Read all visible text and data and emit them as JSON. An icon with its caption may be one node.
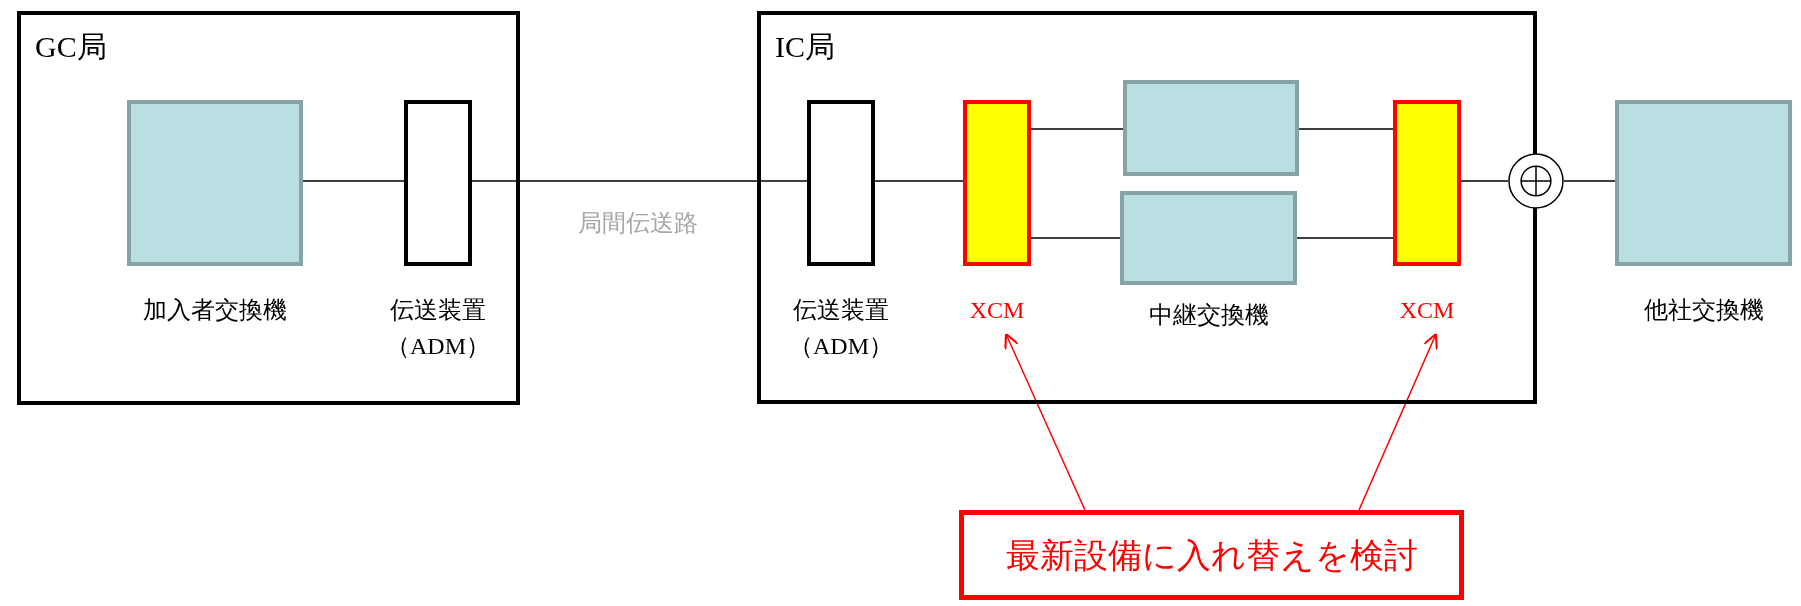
{
  "diagram": {
    "nodes": [
      {
        "text": [
          "GC局"
        ]
      },
      {
        "text": [],
        "shape": "box",
        "in": 0,
        "beside": [
          "加入者交換機"
        ]
      },
      {
        "text": [],
        "shape": "box",
        "in": 0,
        "beside": [
          "伝送装置（ADM）"
        ]
      },
      {
        "text": [
          "IC局"
        ]
      },
      {
        "text": [],
        "shape": "box",
        "in": 3,
        "beside": [
          "伝送装置（ADM）"
        ]
      },
      {
        "text": [],
        "shape": "box",
        "in": 3,
        "beside": [
          "XCM"
        ]
      },
      {
        "text": [],
        "shape": "box",
        "in": 3
      },
      {
        "text": [],
        "shape": "box",
        "in": 3,
        "beside": [
          "中継交換機"
        ]
      },
      {
        "text": [],
        "shape": "box",
        "in": 3,
        "beside": [
          "XCM"
        ]
      },
      {
        "text": [],
        "shape": "circle"
      },
      {
        "text": [],
        "shape": "box",
        "beside": [
          "他社交換機"
        ]
      },
      {
        "text": [
          "最新設備に入れ替えを検討"
        ]
      }
    ],
    "edges": [
      {
        "from": 1,
        "to": 2,
        "arrow": "none"
      },
      {
        "from": 2,
        "to": 4,
        "arrow": "none",
        "label": "局間伝送路"
      },
      {
        "from": 4,
        "to": 5,
        "arrow": "none"
      },
      {
        "from": 5,
        "to": 6,
        "arrow": "none"
      },
      {
        "from": 5,
        "to": 7,
        "arrow": "none"
      },
      {
        "from": 6,
        "to": 8,
        "arrow": "none"
      },
      {
        "from": 7,
        "to": 8,
        "arrow": "none"
      },
      {
        "from": 8,
        "to": 9,
        "arrow": "none"
      },
      {
        "from": 9,
        "to": 10,
        "arrow": "none"
      },
      {
        "from": 11,
        "to": 5,
        "arrow": "to",
        "color": "#ff0000"
      },
      {
        "from": 11,
        "to": 8,
        "arrow": "to",
        "color": "#ff0000"
      }
    ]
  }
}
